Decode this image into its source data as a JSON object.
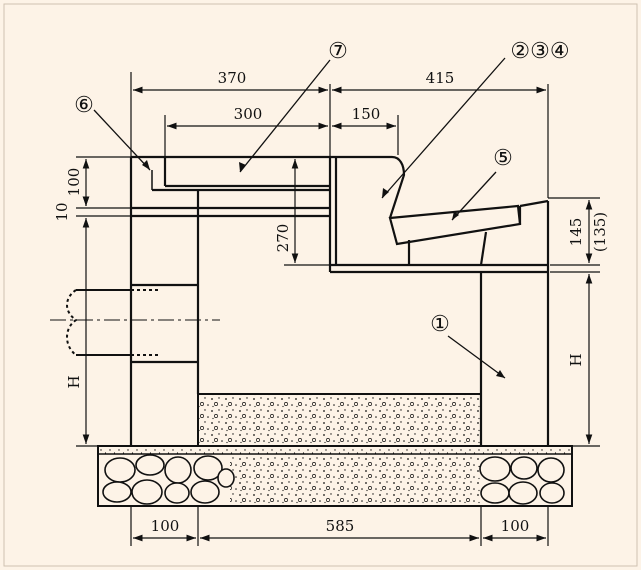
{
  "figure": {
    "background": "#fdf3e7",
    "line_color": "#111111",
    "dimensions": {
      "top_left_width": "370",
      "top_right_width": "415",
      "inner_width": "300",
      "lip_width": "150",
      "cover_height": "100",
      "cover_gap": "10",
      "inner_depth": "270",
      "lid_height": "145",
      "lid_height_alt": "(135)",
      "height_left": "H",
      "height_right": "H",
      "bottom_left": "100",
      "bottom_middle": "585",
      "bottom_right": "100"
    },
    "callouts": {
      "c1": "①",
      "c234": "②③④",
      "c5": "⑤",
      "c6": "⑥",
      "c7": "⑦"
    }
  }
}
